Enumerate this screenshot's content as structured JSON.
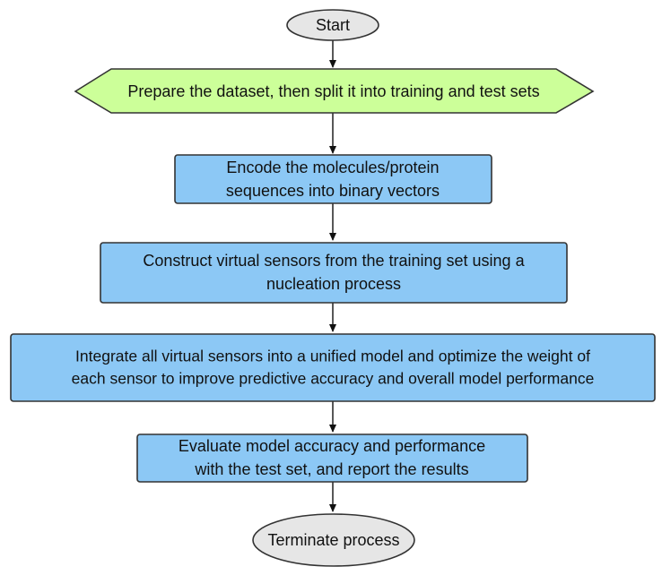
{
  "diagram": {
    "colors": {
      "terminal_fill": "#e6e6e6",
      "input_fill": "#ccff99",
      "process_fill": "#8cc8f5",
      "stroke": "#333333",
      "arrow": "#111111"
    },
    "nodes": {
      "start": {
        "lines": [
          "Start"
        ]
      },
      "prepare": {
        "lines": [
          "Prepare the dataset, then split it into training and test sets"
        ]
      },
      "encode": {
        "lines": [
          "Encode the molecules/protein",
          "sequences into binary vectors"
        ]
      },
      "construct": {
        "lines": [
          "Construct virtual sensors from the training set using a",
          "nucleation process"
        ]
      },
      "integrate": {
        "lines": [
          "Integrate all virtual sensors into a unified model and optimize the weight of",
          "each sensor to improve predictive accuracy and overall model performance"
        ]
      },
      "evaluate": {
        "lines": [
          "Evaluate model accuracy and performance",
          "with the test set, and report the results"
        ]
      },
      "terminate": {
        "lines": [
          "Terminate process"
        ]
      }
    }
  }
}
